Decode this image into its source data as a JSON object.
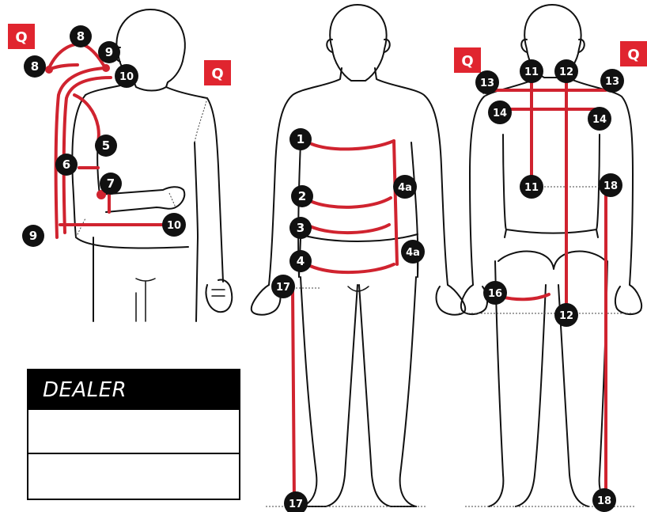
{
  "dealer_box": {
    "title": "DEALER",
    "rows": [
      "",
      ""
    ]
  },
  "q_marker": "Q",
  "colors": {
    "accent_red": "#d0232f",
    "q_box": "#e0252f",
    "outline": "#111111",
    "badge": "#111111"
  },
  "measurement_badges": {
    "side_view": [
      "8",
      "8",
      "9",
      "10",
      "5",
      "6",
      "7",
      "10",
      "9"
    ],
    "front_view": [
      "1",
      "2",
      "3",
      "4",
      "4a",
      "4a",
      "17",
      "17"
    ],
    "back_view": [
      "11",
      "12",
      "13",
      "13",
      "14",
      "14",
      "11",
      "18",
      "16",
      "12",
      "18"
    ]
  }
}
